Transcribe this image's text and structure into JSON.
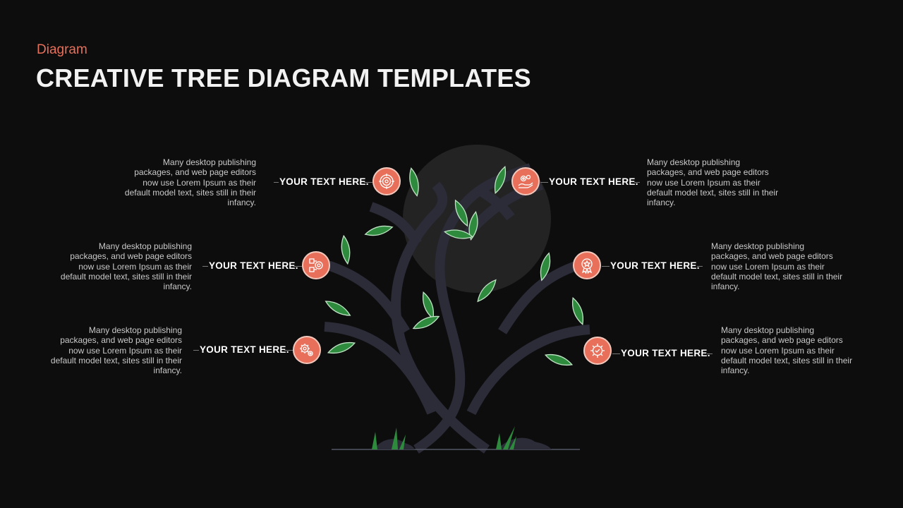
{
  "header": {
    "category": "Diagram",
    "title": "CREATIVE TREE DIAGRAM TEMPLATES"
  },
  "colors": {
    "background": "#0d0d0d",
    "accent": "#e8705a",
    "trunk": "#2b2c38",
    "leaf": "#2e8b3e",
    "canopy": "#232323"
  },
  "items": [
    {
      "label": "YOUR TEXT HERE.",
      "text": "Many desktop publishing packages, and web page editors now use Lorem Ipsum as their default model text, sites still in their infancy.",
      "icon": "target-icon"
    },
    {
      "label": "YOUR TEXT HERE.",
      "text": "Many desktop publishing packages, and web page editors now use Lorem Ipsum as their default model text, sites still in their infancy.",
      "icon": "strategy-icon"
    },
    {
      "label": "YOUR TEXT HERE.",
      "text": "Many desktop publishing packages, and web page editors now use Lorem Ipsum as their default model text, sites still in their infancy.",
      "icon": "gears-icon"
    },
    {
      "label": "YOUR TEXT HERE.",
      "text": "Many desktop publishing packages, and web page editors now use Lorem Ipsum as their default model text, sites still in their infancy.",
      "icon": "hand-gears-icon"
    },
    {
      "label": "YOUR TEXT HERE.",
      "text": "Many desktop publishing packages, and web page editors now use Lorem Ipsum as their default model text, sites still in their infancy.",
      "icon": "award-badge-icon"
    },
    {
      "label": "YOUR TEXT HERE.",
      "text": "Many desktop publishing packages, and web page editors now use Lorem Ipsum as their default model text, sites still in their infancy.",
      "icon": "gear-check-icon"
    }
  ]
}
